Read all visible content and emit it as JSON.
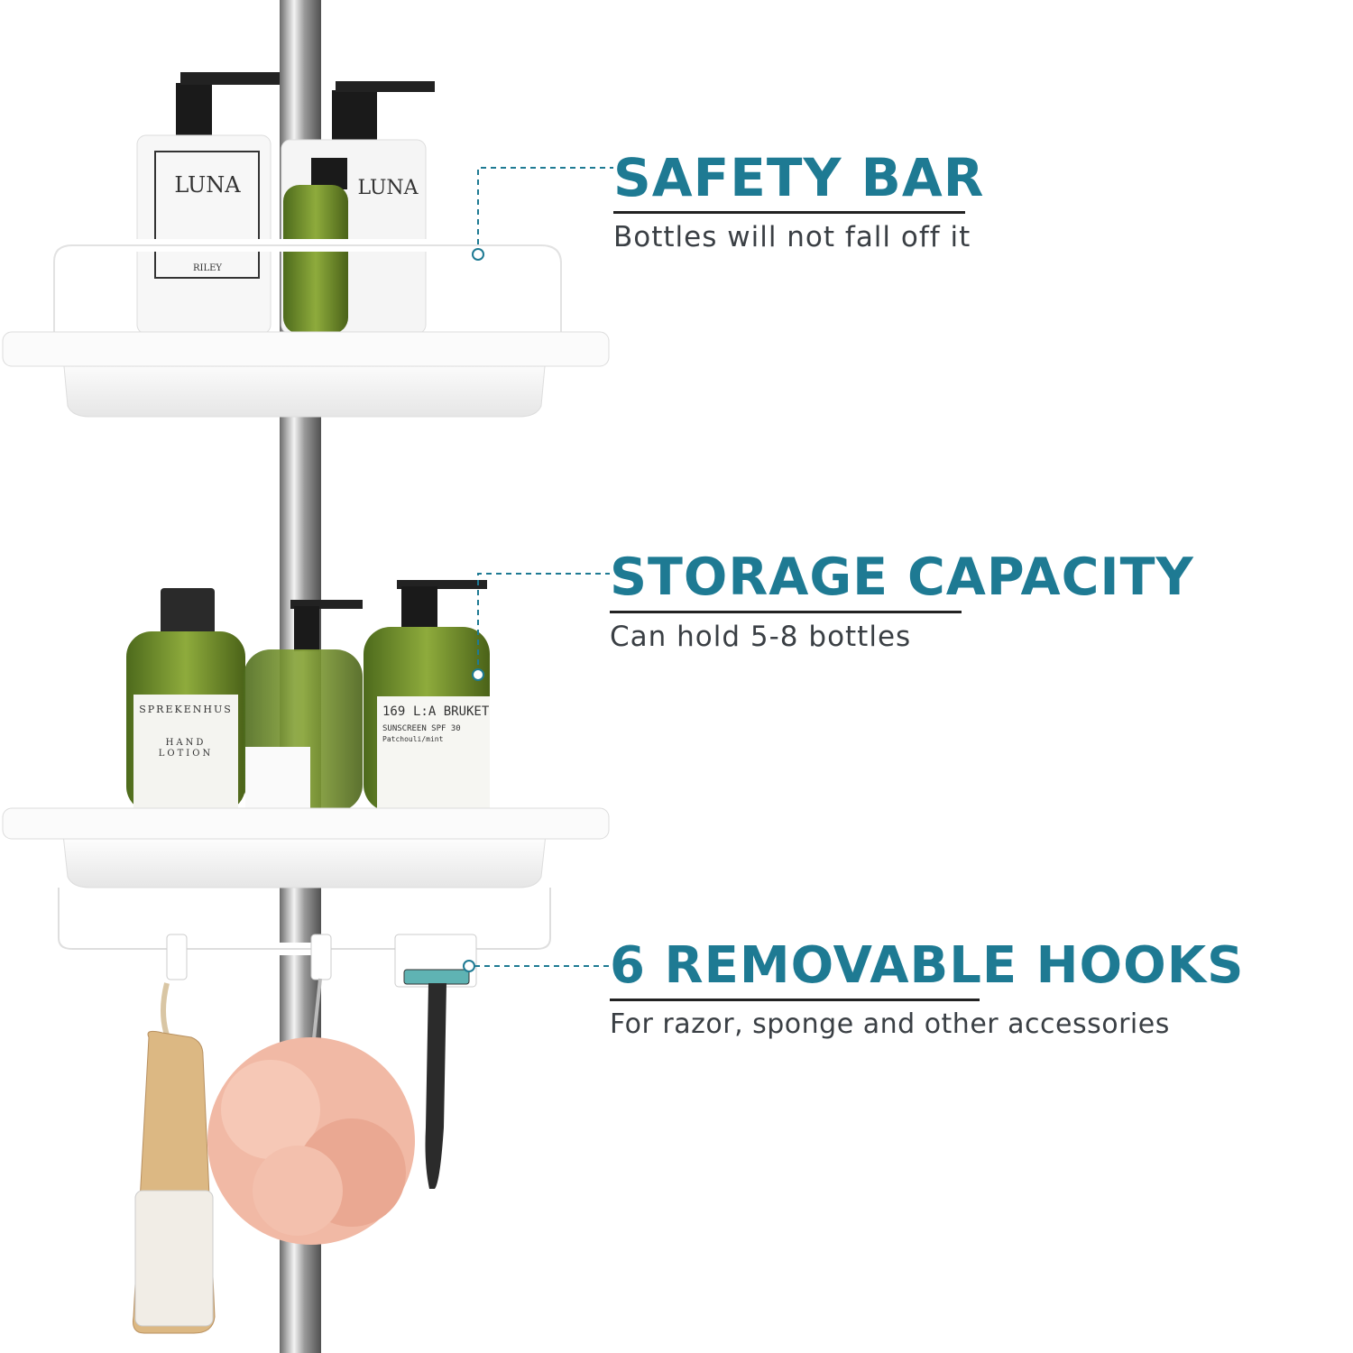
{
  "features": [
    {
      "title": "SAFETY BAR",
      "subtitle": "Bottles will not fall off it"
    },
    {
      "title": "STORAGE CAPACITY",
      "subtitle": "Can hold 5-8 bottles"
    },
    {
      "title": "6 REMOVABLE HOOKS",
      "subtitle": "For razor, sponge and other accessories"
    }
  ],
  "product_labels": {
    "bottle1_brand": "LUNA",
    "bottle1_sub": "RILEY",
    "bottle2_brand": "LUNA",
    "bottle3_brand": "SPREKENHUS",
    "bottle3_line1": "HAND",
    "bottle3_line2": "LOTION",
    "bottle5_number": "169",
    "bottle5_brand": "L:A BRUKET",
    "bottle5_product": "SUNSCREEN SPF 30",
    "bottle5_scent": "Patchouli/mint"
  },
  "colors": {
    "accent": "#1e7a93",
    "text": "#3a3f44"
  }
}
